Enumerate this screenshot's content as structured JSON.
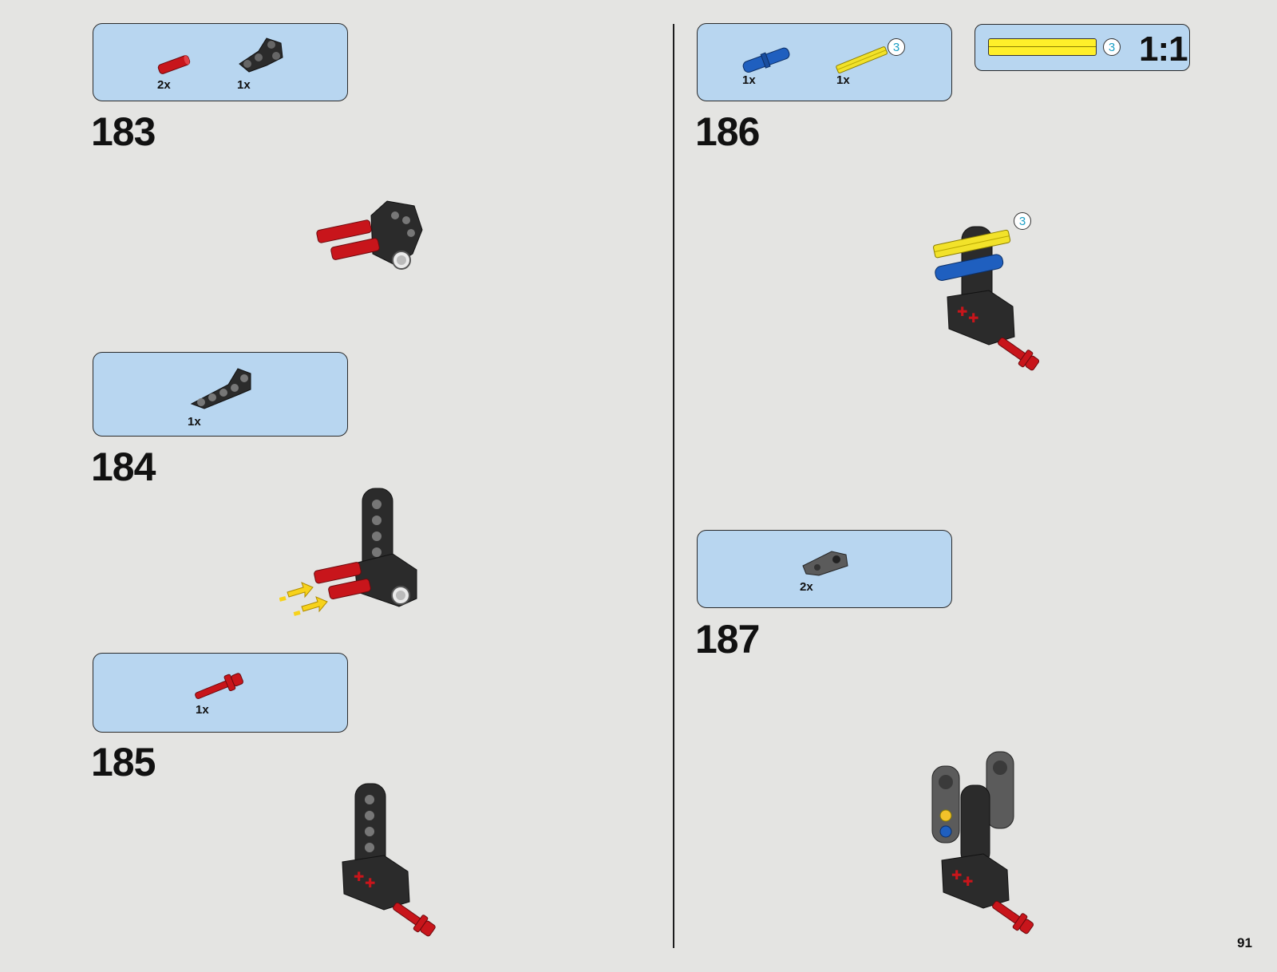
{
  "steps": [
    {
      "number": "183",
      "parts": [
        {
          "name": "red-axle-pin",
          "qty": "2x"
        },
        {
          "name": "black-angled-beam",
          "qty": "1x"
        }
      ]
    },
    {
      "number": "184",
      "parts": [
        {
          "name": "black-l-beam",
          "qty": "1x"
        }
      ]
    },
    {
      "number": "185",
      "parts": [
        {
          "name": "red-axle-with-stop",
          "qty": "1x"
        }
      ]
    },
    {
      "number": "186",
      "parts": [
        {
          "name": "blue-friction-pin",
          "qty": "1x"
        },
        {
          "name": "yellow-axle",
          "qty": "1x",
          "callout": "3"
        }
      ]
    },
    {
      "number": "187",
      "parts": [
        {
          "name": "grey-cross-connector",
          "qty": "2x"
        }
      ]
    }
  ],
  "scale_guide": {
    "callout": "3",
    "label": "1:1"
  },
  "step186_callout": "3",
  "page_number": "91",
  "colors": {
    "background": "#e4e4e2",
    "parts_box": "#b8d6f0",
    "red_part": "#c8151b",
    "black_part": "#2b2b2b",
    "blue_part": "#1f5fbf",
    "yellow_part": "#f2e22a",
    "grey_part": "#5b5b5b",
    "arrow": "#f7d21b",
    "callout_text": "#1b9fc6"
  }
}
